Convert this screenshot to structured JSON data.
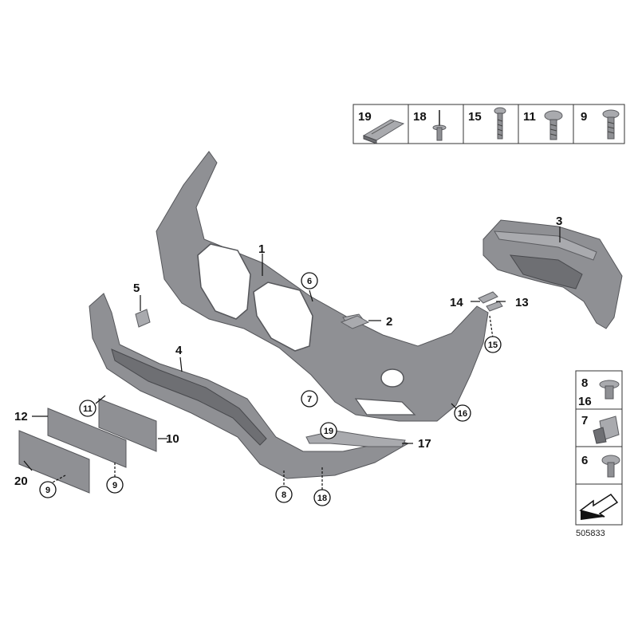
{
  "callouts": {
    "p1": "1",
    "p2": "2",
    "p3": "3",
    "p4": "4",
    "p5": "5",
    "p6": "6",
    "p7": "7",
    "p8": "8",
    "p9a": "9",
    "p9b": "9",
    "p10": "10",
    "p11": "11",
    "p12": "12",
    "p13": "13",
    "p14": "14",
    "p15": "15",
    "p16": "16",
    "p17": "17",
    "p18": "18",
    "p19": "19",
    "p20": "20"
  },
  "fastener_strip": [
    "19",
    "18",
    "15",
    "11",
    "9"
  ],
  "side_panel": {
    "a_top": "8",
    "a_bottom": "16",
    "b": "7",
    "c": "6"
  },
  "reference_number": "505833"
}
